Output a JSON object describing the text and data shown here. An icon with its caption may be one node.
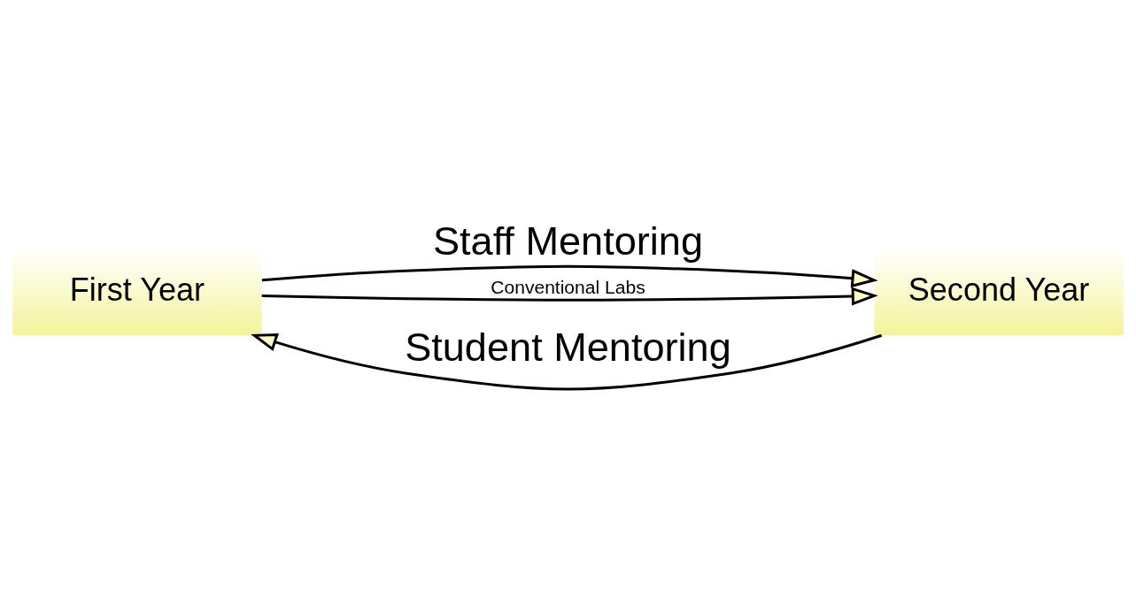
{
  "diagram": {
    "nodes": [
      {
        "text": [
          "First Year"
        ]
      },
      {
        "text": [
          "Second Year"
        ]
      }
    ],
    "edges": [
      {
        "from": 0,
        "to": 1,
        "arrow": "to",
        "label": "Staff Mentoring"
      },
      {
        "from": 0,
        "to": 1,
        "arrow": "to",
        "label": "Conventional Labs"
      },
      {
        "from": 1,
        "to": 0,
        "arrow": "to",
        "label": "Student Mentoring"
      }
    ]
  }
}
